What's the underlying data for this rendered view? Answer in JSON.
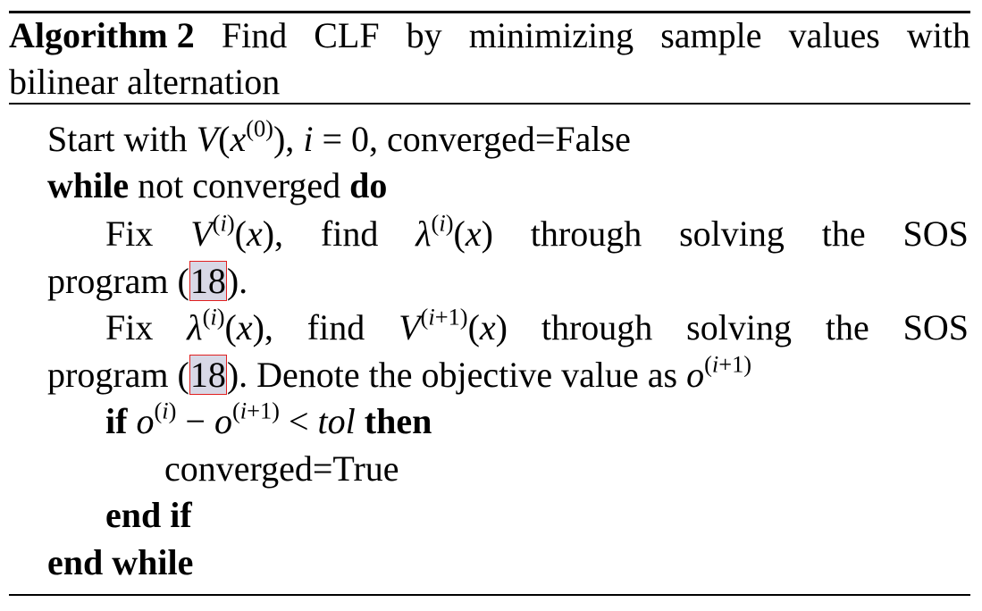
{
  "caption": {
    "label": "Algorithm 2",
    "title_words_line1": [
      "Find",
      "CLF",
      "by",
      "minimizing",
      "sample",
      "values",
      "with"
    ],
    "title_line2": "bilinear alternation"
  },
  "lines": {
    "start": {
      "text_start": "Start with",
      "math": "V(x(0)), i = 0",
      "rest": ", converged=False"
    },
    "while": {
      "kw1": "while",
      "cond": "not converged",
      "kw2": "do"
    },
    "fix1": {
      "words": [
        "Fix",
        "V(i)(x),",
        "find",
        "λ(i)(x)",
        "through",
        "solving",
        "the",
        "SOS"
      ],
      "cont_pre": "program (",
      "ref": "18",
      "cont_post": ")."
    },
    "fix2": {
      "words": [
        "Fix",
        "λ(i)(x),",
        "find",
        "V(i+1)(x)",
        "through",
        "solving",
        "the",
        "SOS"
      ],
      "cont_pre": "program (",
      "ref": "18",
      "cont_post": "). Denote the objective value as o(i+1)"
    },
    "if": {
      "kw1": "if",
      "cond": "o(i) − o(i+1) < tol",
      "kw2": "then"
    },
    "assign": "converged=True",
    "endif": "end if",
    "endwhile": "end while"
  }
}
